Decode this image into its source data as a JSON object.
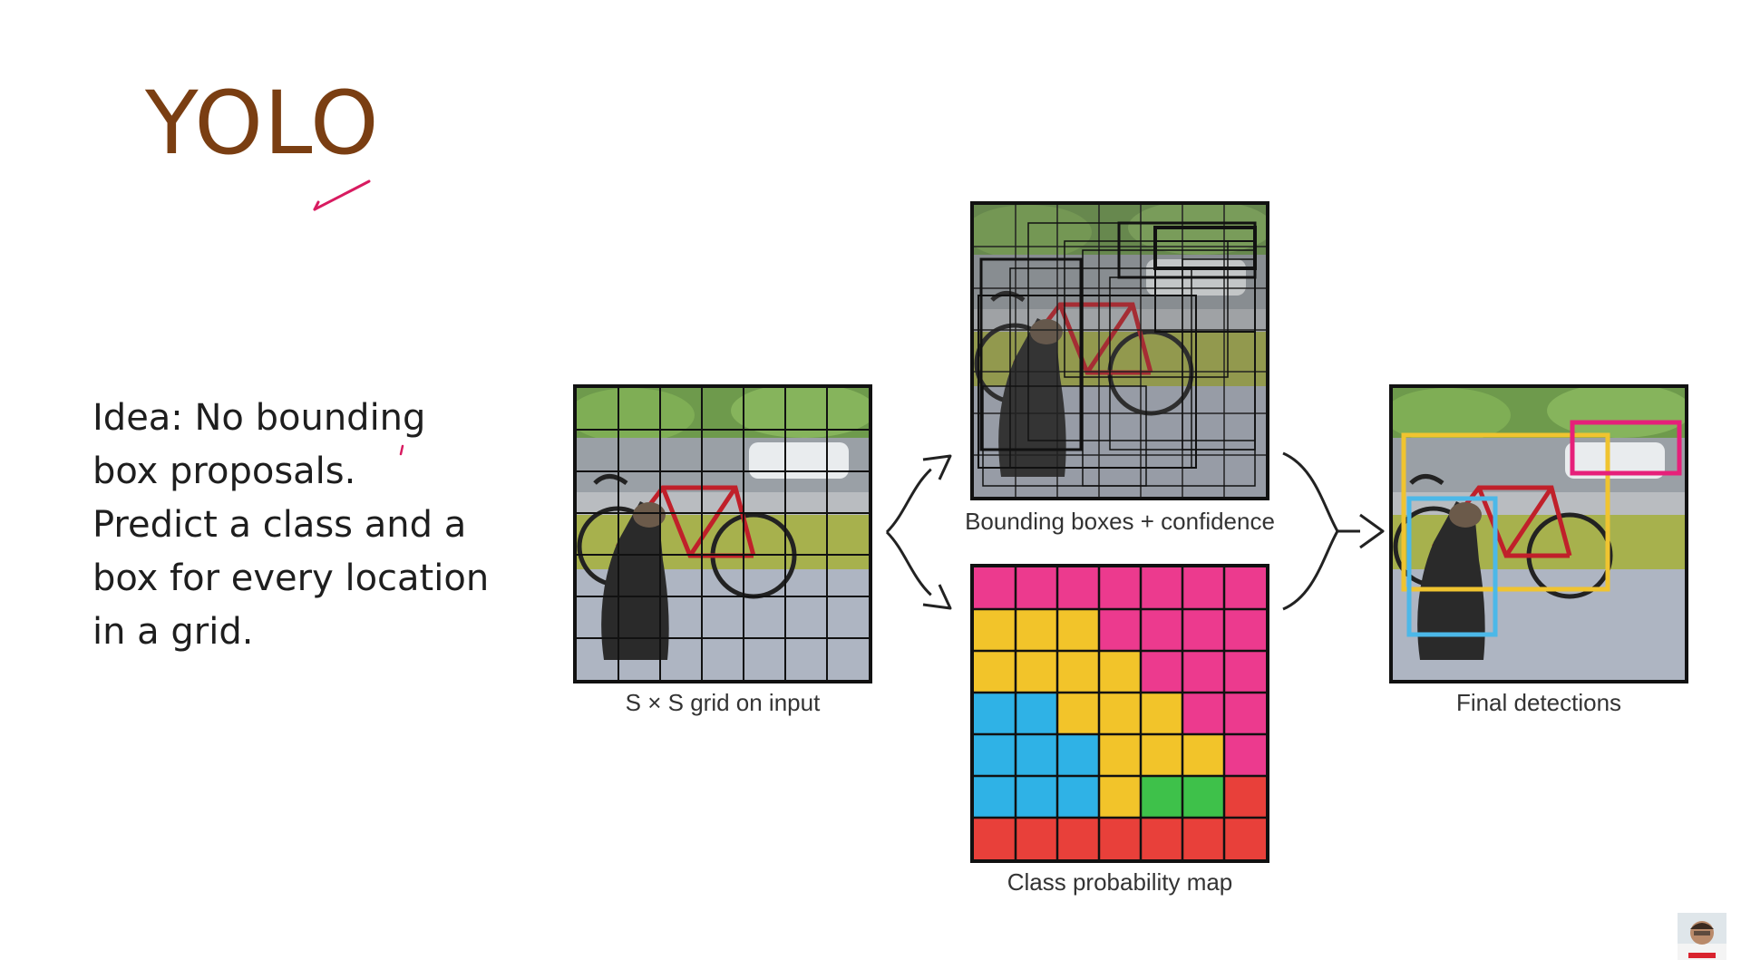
{
  "slide": {
    "title": "YOLO",
    "body_lines": [
      "Idea: No bounding",
      "box proposals.",
      "Predict a class and a",
      "box for every location",
      "in a grid."
    ]
  },
  "diagram": {
    "captions": {
      "input": "S × S grid on input",
      "boxes": "Bounding boxes + confidence",
      "classes": "Class probability map",
      "final": "Final detections"
    },
    "grid_size": 7,
    "class_colors": {
      "dog": "#2fb2e6",
      "bicycle": "#f2c42a",
      "car": "#ec3a8e",
      "red": "#e8403a",
      "green": "#3ec14a"
    },
    "class_map": [
      [
        "car",
        "car",
        "car",
        "car",
        "car",
        "car",
        "car"
      ],
      [
        "bicycle",
        "bicycle",
        "bicycle",
        "car",
        "car",
        "car",
        "car"
      ],
      [
        "bicycle",
        "bicycle",
        "bicycle",
        "bicycle",
        "car",
        "car",
        "car"
      ],
      [
        "dog",
        "dog",
        "bicycle",
        "bicycle",
        "bicycle",
        "car",
        "car"
      ],
      [
        "dog",
        "dog",
        "dog",
        "bicycle",
        "bicycle",
        "bicycle",
        "car"
      ],
      [
        "dog",
        "dog",
        "dog",
        "bicycle",
        "green",
        "green",
        "red"
      ],
      [
        "red",
        "red",
        "red",
        "red",
        "red",
        "red",
        "red"
      ]
    ],
    "detection_colors": {
      "dog": "#4cb8e8",
      "bicycle": "#f0c430",
      "car": "#e6207a"
    }
  }
}
